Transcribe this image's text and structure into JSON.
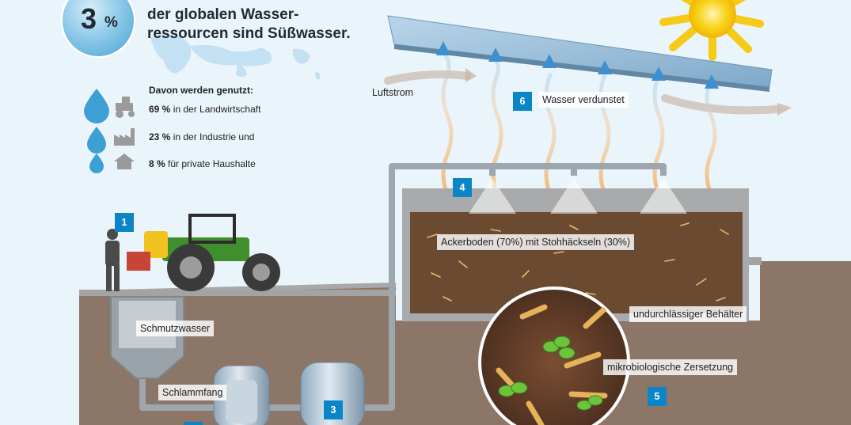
{
  "headline": {
    "percent_value": "3",
    "percent_sign": "%",
    "line1": "der globalen Wasser-",
    "line2": "ressourcen sind Süßwasser."
  },
  "usage": {
    "heading": "Davon werden genutzt:",
    "items": [
      {
        "percent": "69 %",
        "text": " in der Landwirtschaft",
        "icon": "tractor-icon"
      },
      {
        "percent": "23 %",
        "text": " in der Industrie und",
        "icon": "factory-icon"
      },
      {
        "percent": "8 %",
        "text": " für private Haushalte",
        "icon": "house-icon"
      }
    ]
  },
  "labels": {
    "luftstrom": "Luftstrom",
    "verdunstet": "Wasser verdunstet",
    "ackerboden": "Ackerboden (70%) mit Stohhäckseln (30%)",
    "behaelter": "undurchlässiger Behälter",
    "zersetzung": "mikrobiologische Zersetzung",
    "schmutzwasser": "Schmutzwasser",
    "schlammfang": "Schlammfang"
  },
  "steps": {
    "s1": "1",
    "s3": "3",
    "s4": "4",
    "s5": "5",
    "s6": "6"
  },
  "colors": {
    "accent_blue": "#0a86c8",
    "soil": "#6b4a32",
    "ground": "#8a7465",
    "sky": "#eaf4fb",
    "sun": "#f7d21a",
    "tractor_green": "#3f8f2e"
  }
}
